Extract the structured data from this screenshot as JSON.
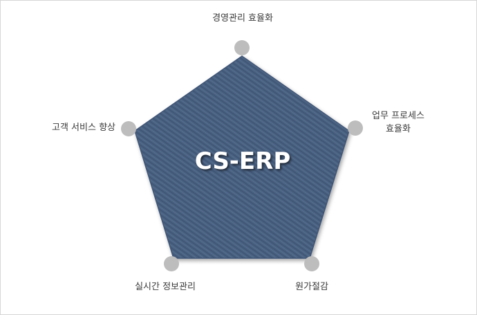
{
  "diagram": {
    "center_label": "CS-ERP",
    "nodes": [
      {
        "id": "top",
        "label": "경영관리 효율화"
      },
      {
        "id": "right",
        "label_lines": [
          "업무 프로세스",
          "효율화"
        ]
      },
      {
        "id": "bottom-right",
        "label": "원가절감"
      },
      {
        "id": "bottom-left",
        "label": "실시간 정보관리"
      },
      {
        "id": "left",
        "label": "고객 서비스 향상"
      }
    ],
    "colors": {
      "pentagon_fill": "#4a6181",
      "pentagon_texture": "#3c5272",
      "node_dot": "#bdbdbd",
      "label_text": "#3a3a3a",
      "center_text": "#ffffff"
    }
  }
}
